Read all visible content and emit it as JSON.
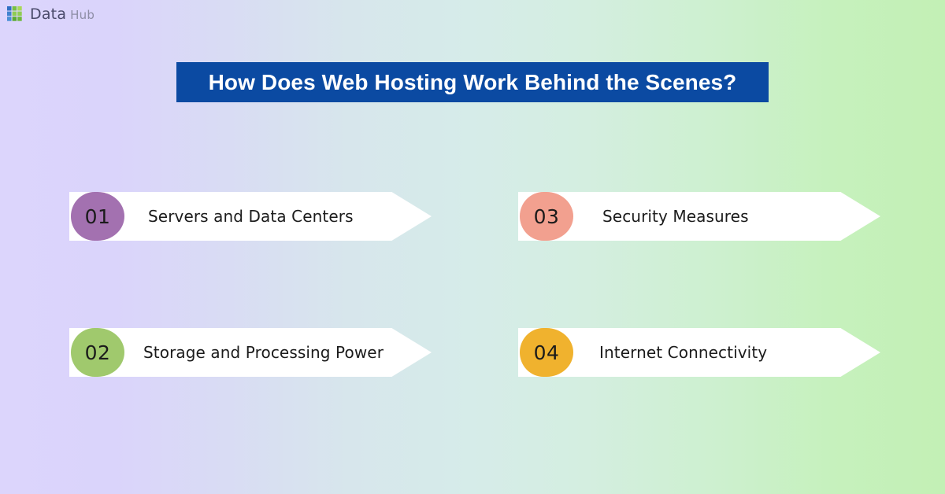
{
  "brand": {
    "icon": "grid-squares-logo-icon",
    "primary": "Data",
    "secondary": "Hub",
    "primary_color": "#4a4a6a",
    "secondary_color": "#8d8da5",
    "icon_colors": [
      "#2f6fc4",
      "#4a8fd6",
      "#79c043",
      "#a8d957",
      "#5bab33"
    ]
  },
  "title": {
    "text": "How Does Web Hosting Work Behind the Scenes?",
    "band_color": "#0b4aa2",
    "text_color": "#ffffff"
  },
  "background": {
    "gradient_start": "#dcd5fc",
    "gradient_mid": "#d6ece9",
    "gradient_end": "#c3f0b5",
    "direction": "left-to-right"
  },
  "cards": [
    {
      "number": "01",
      "label": "Servers and Data Centers",
      "badge_color": "#a371b0",
      "banner_color": "#ffffff"
    },
    {
      "number": "02",
      "label": "Storage and Processing Power",
      "badge_color": "#a0c96d",
      "banner_color": "#ffffff"
    },
    {
      "number": "03",
      "label": "Security Measures",
      "badge_color": "#f2a08f",
      "banner_color": "#ffffff"
    },
    {
      "number": "04",
      "label": "Internet Connectivity",
      "badge_color": "#f0b22e",
      "banner_color": "#ffffff"
    }
  ]
}
